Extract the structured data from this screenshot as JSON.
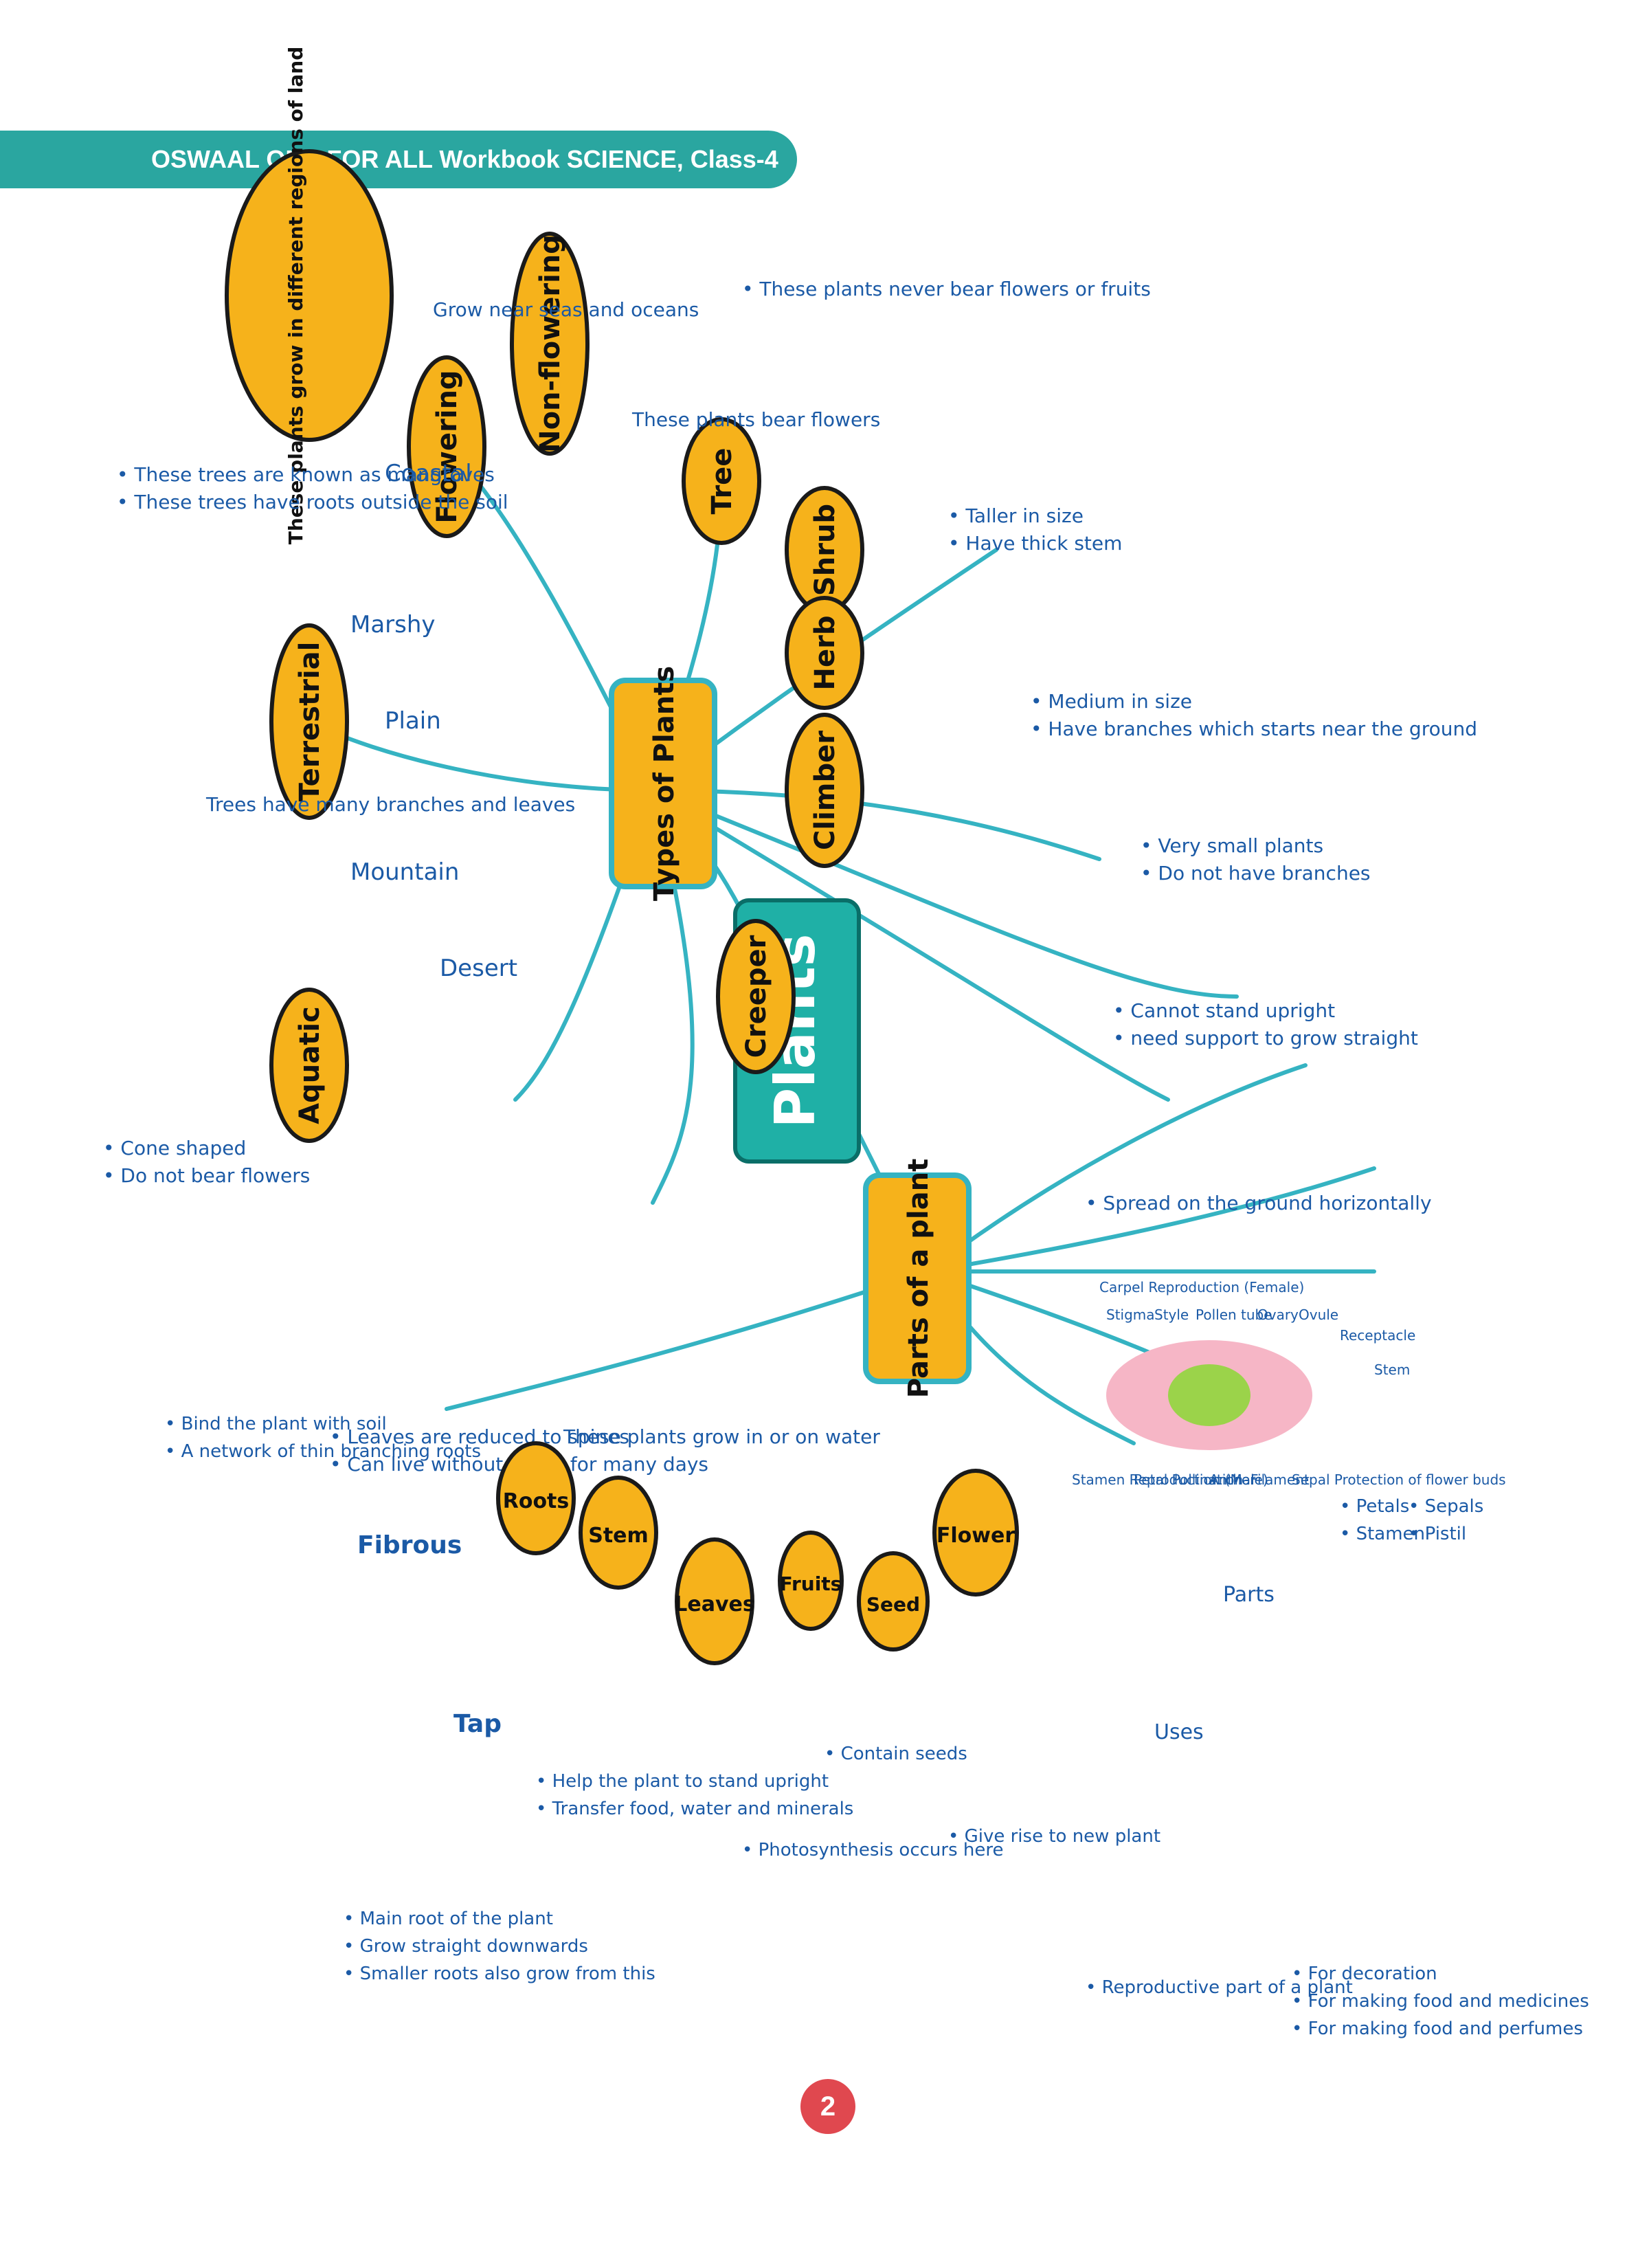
{
  "header": "OSWAAL ONE FOR ALL Workbook SCIENCE, Class-4",
  "page_number": "2",
  "center": "Plants",
  "types_hub": "Types of Plants",
  "parts_hub": "Parts of a plant",
  "nodes": {
    "terrestrial": "Terrestrial",
    "aquatic": "Aquatic",
    "flowering": "Flowering",
    "nonflowering": "Non-flowering",
    "tree": "Tree",
    "shrub": "Shrub",
    "herb": "Herb",
    "climber": "Climber",
    "creeper": "Creeper",
    "regions": "These plants grow in different regions of land",
    "roots": "Roots",
    "stem": "Stem",
    "leaves": "Leaves",
    "fruits": "Fruits",
    "seed": "Seed",
    "flower": "Flower"
  },
  "regions": {
    "coastal": "Coastal",
    "marshy": "Marshy",
    "plain": "Plain",
    "mountain": "Mountain",
    "desert": "Desert",
    "coastal_desc": "Grow near seas and oceans",
    "marshy_1": "• These trees are known as mangroves",
    "marshy_2": "• These trees have roots outside the soil",
    "plain_desc": "Trees have many branches and leaves",
    "mountain_1": "• Cone shaped",
    "mountain_2": "• Do not bear flowers",
    "desert_1": "• Leaves are reduced to spines",
    "desert_2": "• Can live without water for many days"
  },
  "types_desc": {
    "aquatic": "These plants grow in or on water",
    "flowering": "These plants bear flowers",
    "nonflowering": "• These plants never bear flowers or fruits",
    "tree_1": "• Taller in size",
    "tree_2": "• Have thick stem",
    "shrub_1": "• Medium in size",
    "shrub_2": "• Have branches which starts near the ground",
    "herb_1": "• Very small plants",
    "herb_2": "• Do not have branches",
    "climber_1": "• Cannot stand upright",
    "climber_2": "• need support to grow straight",
    "creeper": "• Spread on the ground horizontally"
  },
  "parts_desc": {
    "fibrous": "Fibrous",
    "tap": "Tap",
    "fibrous_1": "• Bind the plant with soil",
    "fibrous_2": "• A network of thin branching roots",
    "tap_1": "• Main root of the plant",
    "tap_2": "• Grow straight downwards",
    "tap_3": "• Smaller roots also grow from this",
    "stem_1": "• Help the plant to stand upright",
    "stem_2": "• Transfer food, water and minerals",
    "leaves": "• Photosynthesis occurs here",
    "fruits": "• Contain seeds",
    "seed": "• Give rise to new plant",
    "flower": "• Reproductive part of a plant",
    "parts": "Parts",
    "uses": "Uses",
    "parts_1": "• Petals",
    "parts_2": "• Sepals",
    "parts_3": "• Stamen",
    "parts_4": "• Pistil",
    "uses_1": "• For decoration",
    "uses_2": "• For making food and medicines",
    "uses_3": "• For making food and perfumes"
  },
  "flower_diagram": {
    "carpel": "Carpel Reproduction (Female)",
    "stigma": "Stigma",
    "style": "Style",
    "pollen_tube": "Pollen tube",
    "ovary": "Ovary",
    "ovule": "Ovule",
    "receptacle": "Receptacle",
    "stem": "Stem",
    "stamen": "Stamen Reproduction (Male)",
    "petal": "Petal Pollination",
    "anther": "Anther",
    "filament": "Filament",
    "sepal": "Sepal Protection of flower buds"
  },
  "colors": {
    "banner": "#2aa6a0",
    "oval": "#f6b21b",
    "text": "#1b5aa6",
    "arrow": "#35b3c2",
    "page": "#e0484f"
  }
}
